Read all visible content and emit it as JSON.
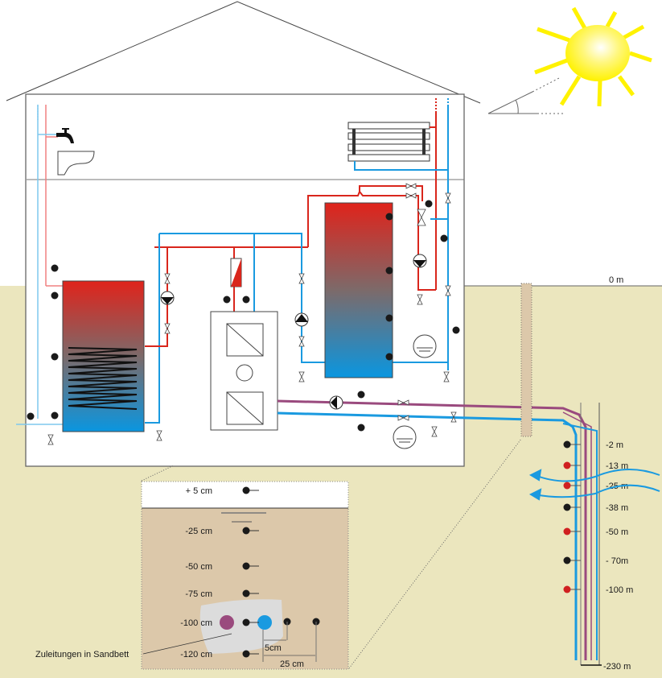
{
  "diagram": {
    "title": "Geothermal heat pump system with borehole heat exchanger",
    "colors": {
      "ground": "#ebe6be",
      "sand_section": "#dcc8aa",
      "sand_bed": "#dcdcdc",
      "hot_pipe": "#d9261c",
      "cold_pipe": "#1a9ae0",
      "brine_pipe": "#9a4a7e",
      "sensor_black": "#1a1a1a",
      "sensor_red": "#d02020",
      "sun": "#fff200"
    },
    "surface_label": "0 m",
    "borehole": {
      "bottom_label": "-230 m",
      "sensors": [
        {
          "label": "-2 m",
          "depth_m": -2,
          "type": "black"
        },
        {
          "label": "-13 m",
          "depth_m": -13,
          "type": "red"
        },
        {
          "label": "-25 m",
          "depth_m": -25,
          "type": "red"
        },
        {
          "label": "-38 m",
          "depth_m": -38,
          "type": "black"
        },
        {
          "label": "-50 m",
          "depth_m": -50,
          "type": "red"
        },
        {
          "label": "- 70m",
          "depth_m": -70,
          "type": "black"
        },
        {
          "label": "-100 m",
          "depth_m": -100,
          "type": "red"
        }
      ],
      "groundwater_flows": 2
    },
    "detail_section": {
      "sensors": [
        {
          "label": "+ 5 cm",
          "depth_cm": 5
        },
        {
          "label": "-25 cm",
          "depth_cm": -25
        },
        {
          "label": "-50 cm",
          "depth_cm": -50
        },
        {
          "label": "-75 cm",
          "depth_cm": -75
        },
        {
          "label": "-100 cm",
          "depth_cm": -100
        },
        {
          "label": "-120 cm",
          "depth_cm": -120
        }
      ],
      "dimension_small": "5cm",
      "dimension_large": "25 cm",
      "annotation": "Zuleitungen in Sandbett"
    },
    "house": {
      "storage_tanks": [
        {
          "name": "hot-water-tank",
          "sensors": 4
        },
        {
          "name": "buffer-tank",
          "sensors": 4
        }
      ]
    }
  }
}
